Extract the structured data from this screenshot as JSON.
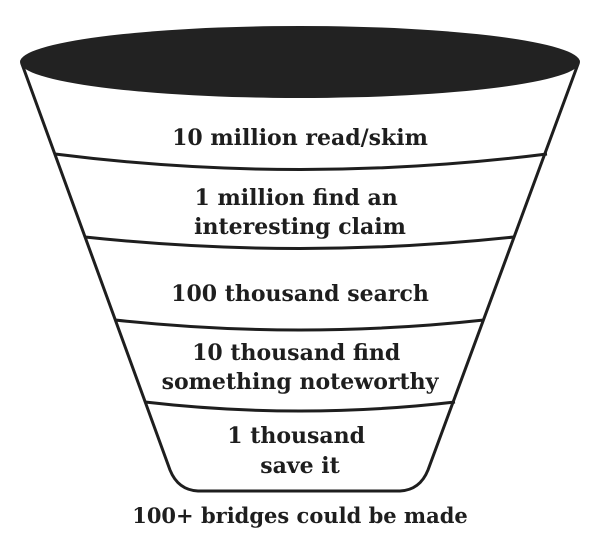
{
  "funnel": {
    "stages": [
      {
        "lines": [
          "10 million read/skim"
        ]
      },
      {
        "lines": [
          "1 million find an",
          "interesting claim"
        ]
      },
      {
        "lines": [
          "100 thousand search"
        ]
      },
      {
        "lines": [
          "10 thousand find",
          "something noteworthy"
        ]
      },
      {
        "lines": [
          "1 thousand",
          "save it"
        ]
      }
    ],
    "caption": "100+ bridges could be made",
    "colors": {
      "rim": "#222222",
      "line": "#1e1e1e",
      "background": "#ffffff"
    }
  }
}
